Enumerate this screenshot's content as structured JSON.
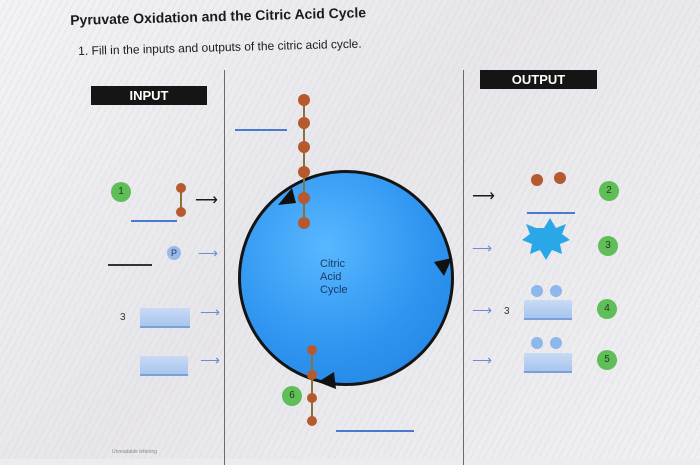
{
  "title": "Pyruvate Oxidation and the Citric Acid Cycle",
  "instruction": "1. Fill in the inputs and outputs of the citric acid cycle.",
  "banners": {
    "input": "INPUT",
    "output": "OUTPUT"
  },
  "cycle_label": [
    "Citric",
    "Acid",
    "Cycle"
  ],
  "left_badges": [
    "1",
    "6"
  ],
  "right_badges": [
    "2",
    "3",
    "4",
    "5"
  ],
  "p_label": "P",
  "left_count": "3",
  "right_count": "3",
  "footer_text": "Unreadable lettering",
  "colors": {
    "cycle_blue": "#2f95f0",
    "badge_green": "#5fbe57",
    "banner_black": "#151515",
    "carbon_brown": "#8a4a2a"
  }
}
